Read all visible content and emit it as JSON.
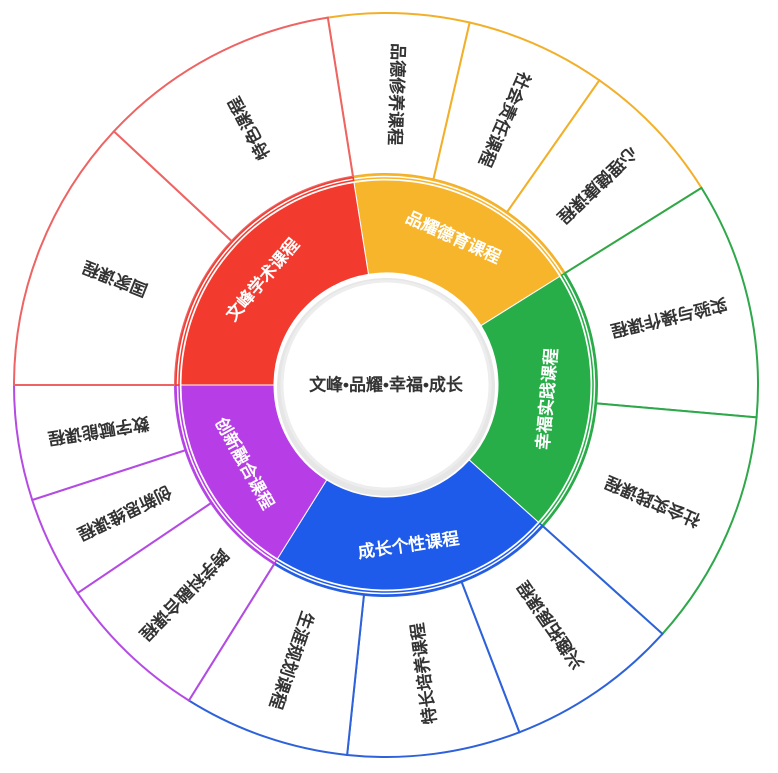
{
  "center": {
    "label": "文峰•品耀•幸福•成长"
  },
  "groups": [
    {
      "label": "品耀德育课程",
      "color": "#F7B52C",
      "stroke": "#F2B02A",
      "items": [
        "品德修养课程",
        "社会责任课程",
        "心理健康课程"
      ]
    },
    {
      "label": "幸福实践课程",
      "color": "#27AE48",
      "stroke": "#2EA84A",
      "items": [
        "实验与操作课程",
        "社会实践课程"
      ]
    },
    {
      "label": "成长个性课程",
      "color": "#1F5BEA",
      "stroke": "#2E62DA",
      "items": [
        "兴趣拓展课程",
        "特长培养课程",
        "生涯规划课程"
      ]
    },
    {
      "label": "创新融合课程",
      "color": "#B73DE6",
      "stroke": "#B44BE3",
      "items": [
        "跨学科融合课程",
        "创新思维课程",
        "数字赋能课程"
      ]
    },
    {
      "label": "文峰学术课程",
      "color": "#F33A2F",
      "stroke": "#EE6464",
      "items": [
        "国家课程",
        "特色课程"
      ]
    }
  ]
}
